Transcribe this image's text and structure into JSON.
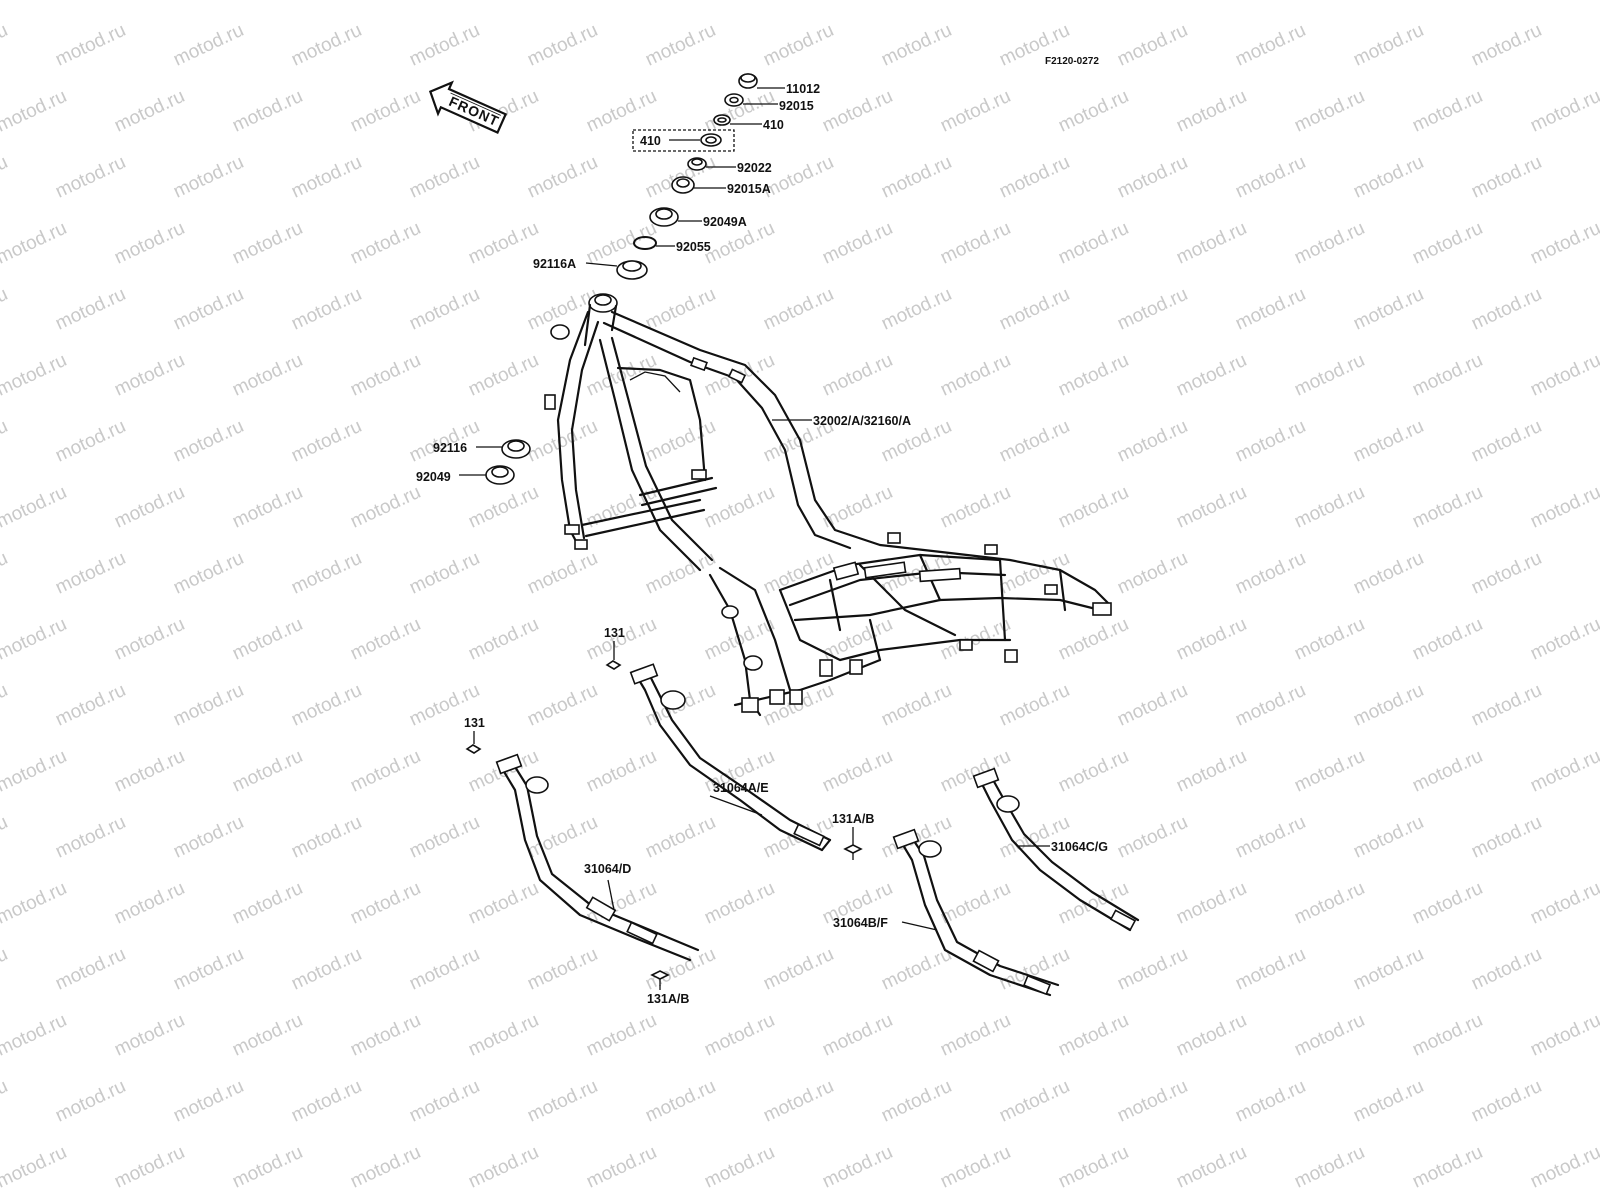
{
  "diagram_code": "F2120-0272",
  "front_arrow": "FRONT",
  "watermark": "motod.ru",
  "parts": {
    "p11012": "11012",
    "p92015": "92015",
    "p410_right": "410",
    "p410_box": "410",
    "p92022": "92022",
    "p92015A": "92015A",
    "p92049A": "92049A",
    "p92055": "92055",
    "p92116A": "92116A",
    "frame": "32002/A/32160/A",
    "p92116": "92116",
    "p92049": "92049",
    "p131_top": "131",
    "p131_left": "131",
    "p31064AE": "31064A/E",
    "p131AB_mid": "131A/B",
    "p31064CG": "31064C/G",
    "p31064D": "31064/D",
    "p31064BF": "31064B/F",
    "p131AB_bottom": "131A/B"
  }
}
